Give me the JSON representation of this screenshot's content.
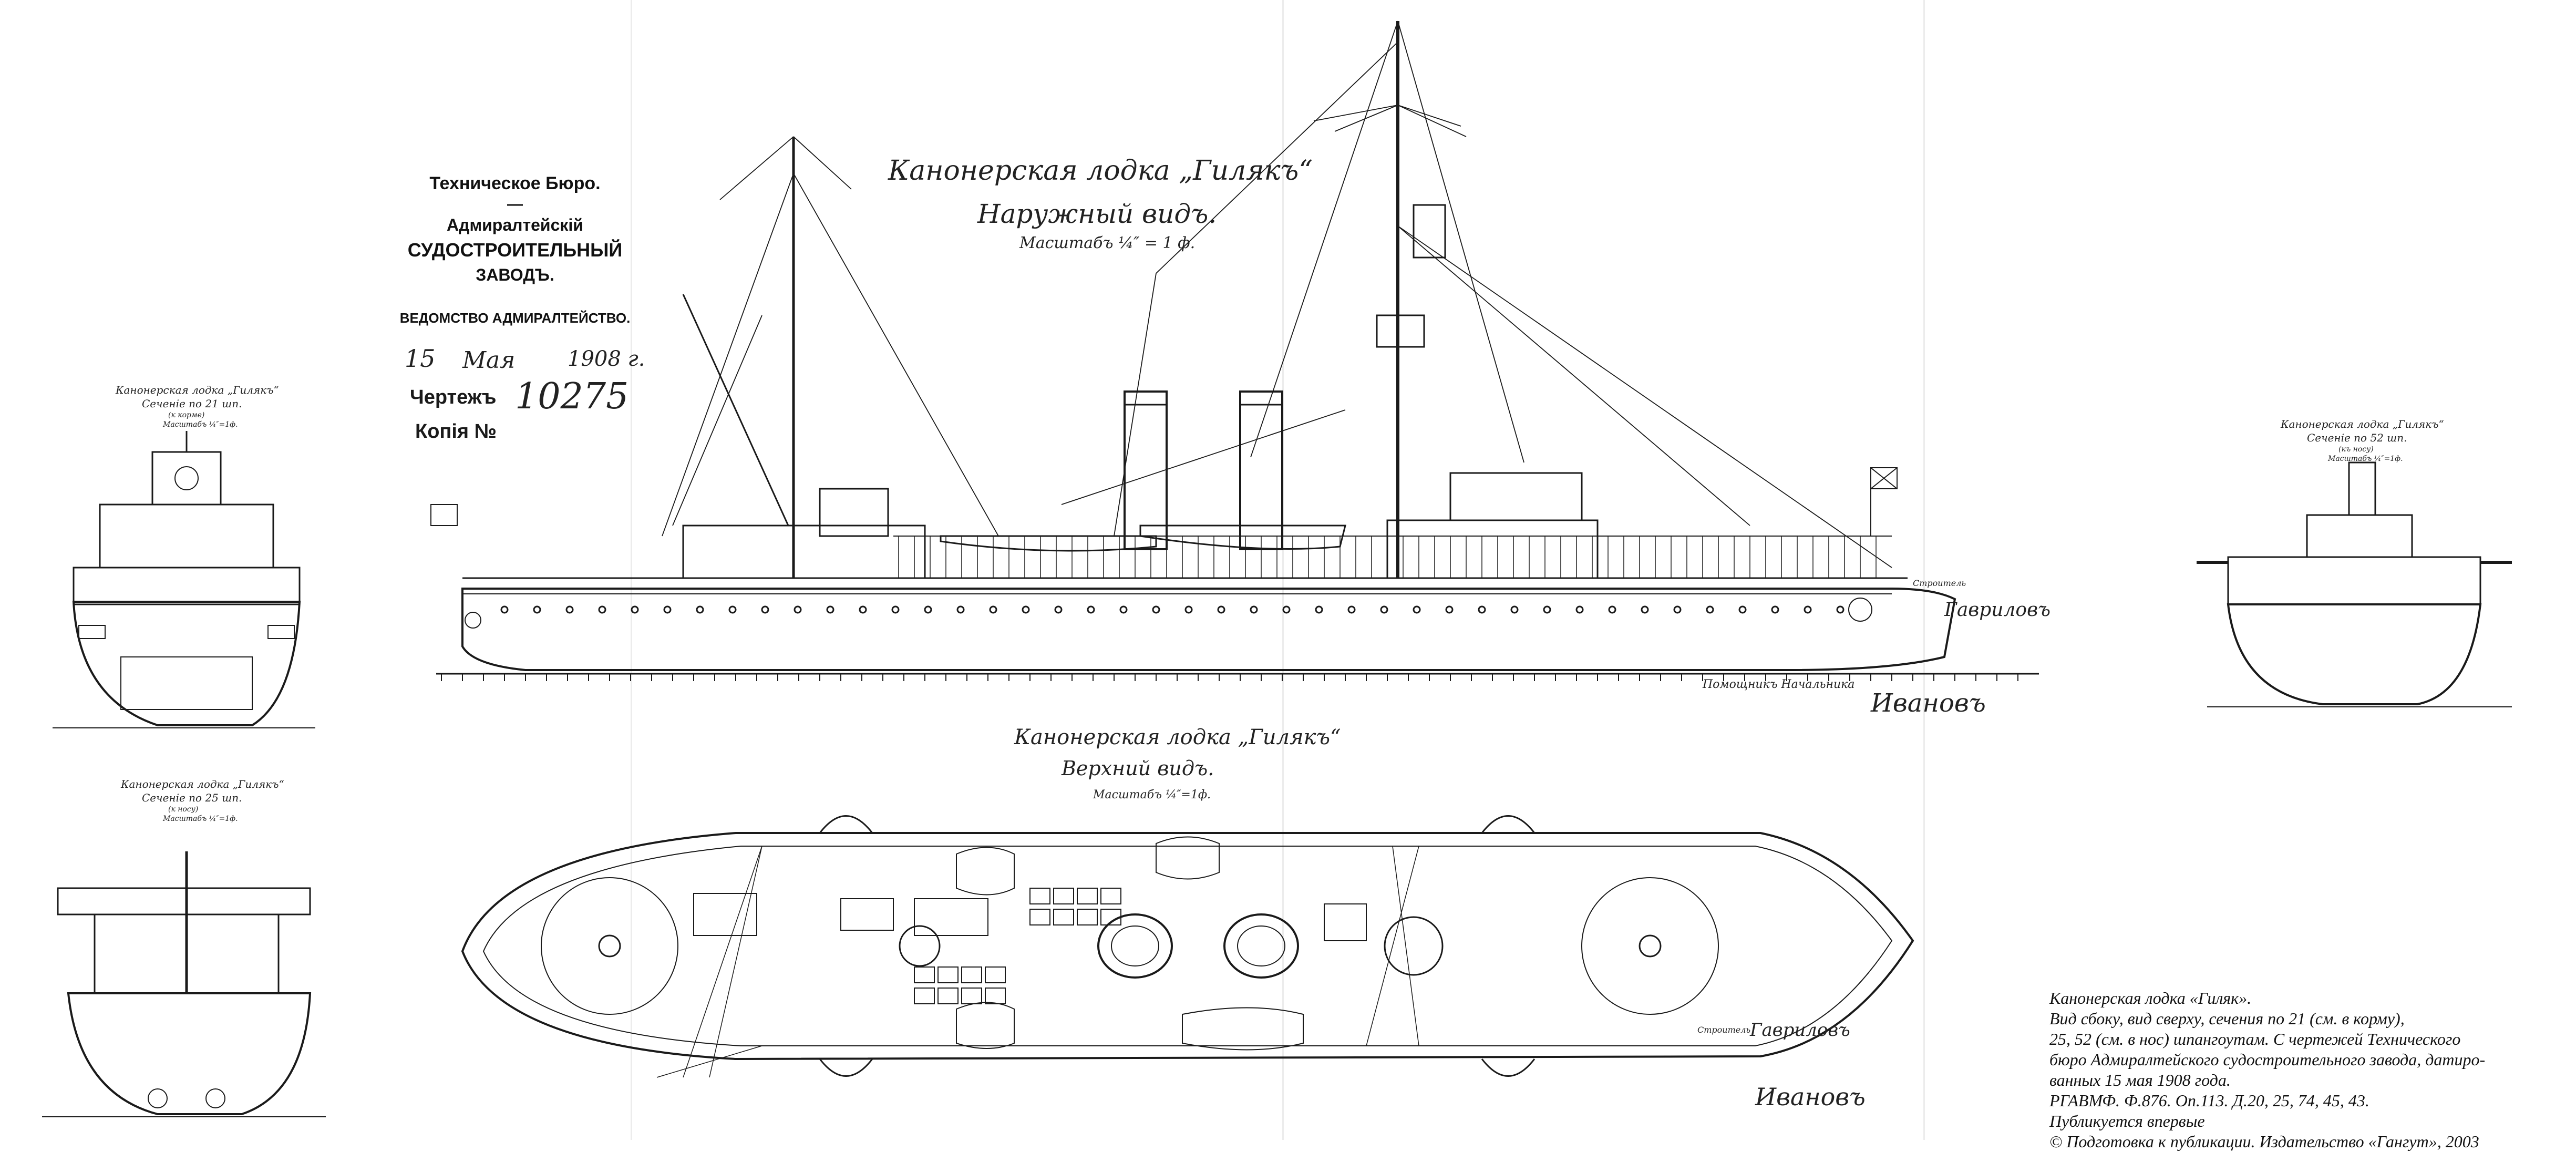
{
  "stamp": {
    "bureau": "Техническое Бюро.",
    "dash": "—",
    "line1": "Адмиралтейскій",
    "line2": "СУДОСТРОИТЕЛЬНЫЙ",
    "line3": "ЗАВОДЪ.",
    "dept": "ВЕДОМСТВО АДМИРАЛТЕЙСТВО.",
    "date_label": "15",
    "date_month": "Мая",
    "date_year": "1908 г.",
    "drawing_label": "Чертежъ",
    "drawing_no": "10275",
    "copy_label": "Копія №"
  },
  "side_view": {
    "title1": "Канонерская лодка „Гилякъ“",
    "title2": "Наружный видъ.",
    "scale": "Масштабъ ¼″ = 1 ф."
  },
  "top_view": {
    "title1": "Канонерская лодка „Гилякъ“",
    "title2": "Верхний видъ.",
    "scale": "Масштабъ ¼″=1ф."
  },
  "section_left_top": {
    "title1": "Канонерская лодка „Гилякъ“",
    "title2": "Сеченіе по 21 шп.",
    "note": "(к корме)",
    "scale": "Масштабъ ¼″=1ф."
  },
  "section_left_bottom": {
    "title1": "Канонерская лодка „Гилякъ“",
    "title2": "Сеченіе по 25 шп.",
    "note": "(к носу)",
    "scale": "Масштабъ ¼″=1ф."
  },
  "section_right": {
    "title1": "Канонерская лодка „Гилякъ“",
    "title2": "Сеченіе по 52 шп.",
    "note": "(къ носу)",
    "scale": "Масштабъ ¼″=1ф."
  },
  "signatures": {
    "builder": "Строитель",
    "name": "Гавриловъ",
    "checked": "Помощникъ Начальника",
    "chief": "Ивановъ"
  },
  "caption": {
    "line1": "Канонерская лодка «Гиляк».",
    "line2": "Вид сбоку, вид сверху, сечения по 21 (см. в корму),",
    "line3": "25, 52 (см. в нос) шпангоутам. С чертежей Технического",
    "line4": "бюро Адмиралтейского судостроительного завода, датиро-",
    "line5": "ванных 15 мая 1908 года.",
    "line6": "РГАВМФ. Ф.876. Оп.113. Д.20, 25, 74, 45, 43.",
    "line7": "Публикуется впервые",
    "line8": "© Подготовка к публикации. Издательство «Гангут»,  2003"
  },
  "colors": {
    "ink": "#1a1a1a",
    "paper": "#ffffff",
    "fold": "#e2e2e2"
  }
}
